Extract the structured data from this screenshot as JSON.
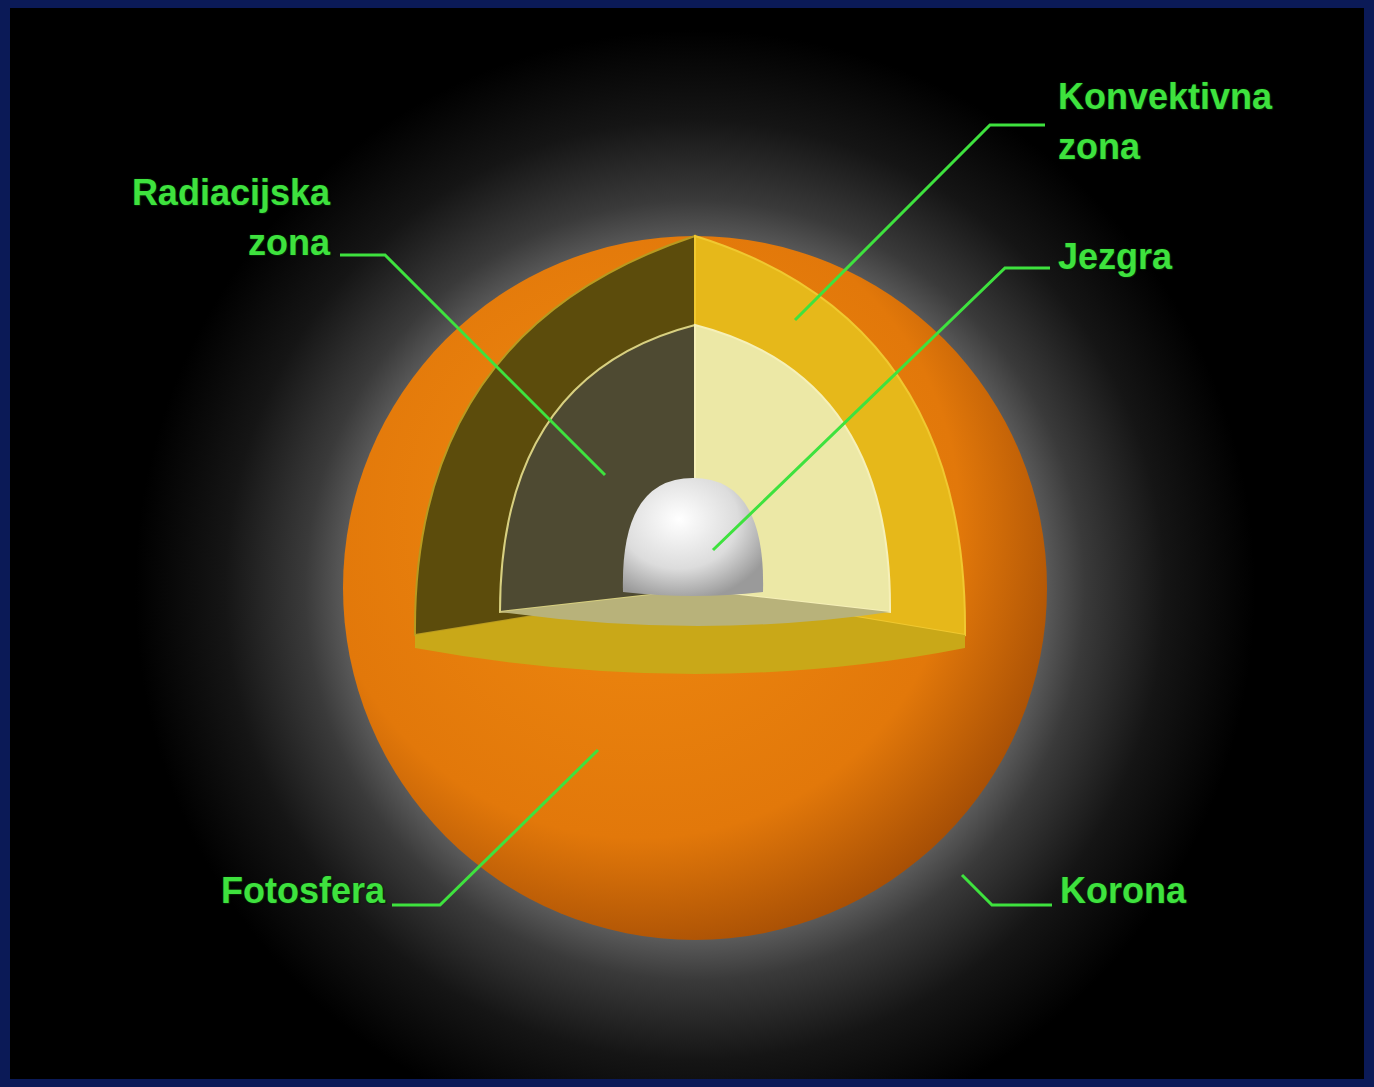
{
  "diagram": {
    "labels": [
      "Konvektivna zona",
      "Radiacijska zona",
      "Jezgra",
      "Fotosfera",
      "Korona"
    ]
  }
}
